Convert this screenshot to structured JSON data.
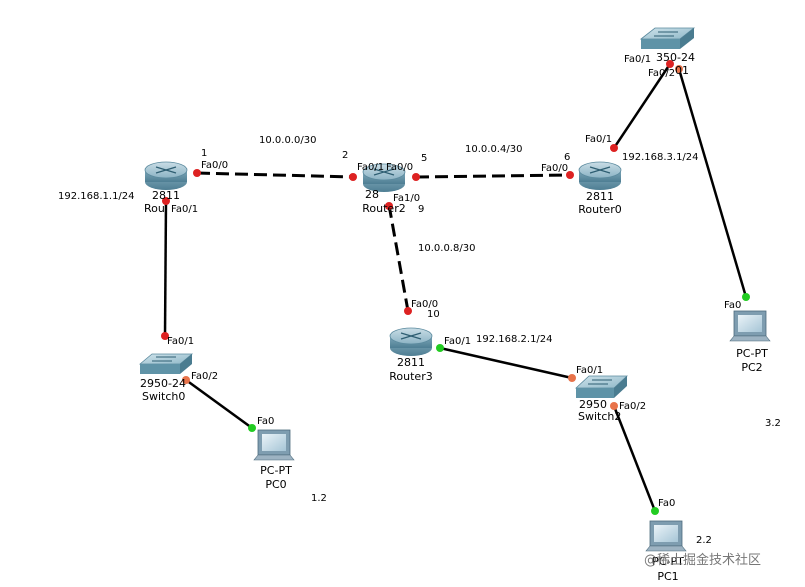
{
  "devices": {
    "router1": {
      "model": "2811",
      "name": "Rou"
    },
    "router2": {
      "model": "28",
      "name": "Router2"
    },
    "router0": {
      "model": "2811",
      "name": "Router0"
    },
    "router3": {
      "model": "2811",
      "name": "Router3"
    },
    "switch0": {
      "model": "2950-24",
      "name": "Switch0"
    },
    "switch2": {
      "model": "2950",
      "name": "Switch2"
    },
    "switch1": {
      "model": "350-24",
      "name": "01"
    },
    "pc0": {
      "type": "PC-PT",
      "name": "PC0"
    },
    "pc1": {
      "type": "PC-PT",
      "name": "PC1"
    },
    "pc2": {
      "type": "PC-PT",
      "name": "PC2"
    }
  },
  "ports": {
    "r1_fa00": "Fa0/0",
    "r1_fa01": "Fa0/1",
    "r2_fa01": "Fa0/1",
    "r2_fa00": "Fa0/0",
    "r2_fa10": "Fa1/0",
    "r0_fa00": "Fa0/0",
    "r0_fa01": "Fa0/1",
    "r3_fa00": "Fa0/0",
    "r3_fa01": "Fa0/1",
    "sw0_fa01": "Fa0/1",
    "sw0_fa02": "Fa0/2",
    "sw2_fa01": "Fa0/1",
    "sw2_fa02": "Fa0/2",
    "sw1_fa01": "Fa0/1",
    "sw1_fa02": "Fa0/2",
    "pc0_fa0": "Fa0",
    "pc1_fa0": "Fa0",
    "pc2_fa0": "Fa0"
  },
  "networks": {
    "r1_r2": "10.0.0.0/30",
    "r2_r0": "10.0.0.4/30",
    "r2_r3": "10.0.0.8/30"
  },
  "addresses": {
    "r1_lan": "192.168.1.1/24",
    "r0_lan": "192.168.3.1/24",
    "r3_lan": "192.168.2.1/24"
  },
  "host_octets": {
    "r1_wan": "1",
    "r2_to_r1": "2",
    "r2_to_r0": "5",
    "r0_wan": "6",
    "r2_to_r3": "9",
    "r3_wan": "10",
    "pc0": "1.2",
    "pc1": "2.2",
    "pc2": "3.2"
  },
  "watermark": "@稀土掘金技术社区",
  "colors": {
    "router_body": "#6f9fb4",
    "switch_body": "#6aa3b6",
    "pc_body": "#9eb5c4",
    "port_down": "#dd2222",
    "port_up": "#22cc22",
    "port_orange": "#e8734a"
  }
}
